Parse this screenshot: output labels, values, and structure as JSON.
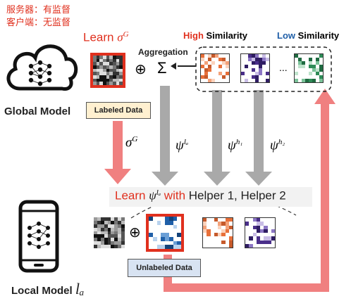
{
  "notes": {
    "server": "服务器：有监督",
    "client": "客户端：无监督"
  },
  "global": {
    "model_label": "Global Model",
    "learn_prefix": "Learn",
    "learn_symbol": "σ",
    "learn_sup": "G",
    "labeled_data": "Labeled Data",
    "aggregation": "Aggregation",
    "plus": "⊕",
    "sum": "Σ"
  },
  "similarity": {
    "high_word": "High",
    "high_rest": " Similarity",
    "low_word": "Low",
    "low_rest": " Similarity",
    "dots": "..."
  },
  "arrows": {
    "sigma": "σ",
    "sigma_sup": "G",
    "psi_la": "ψ",
    "psi_la_sup": "lₐ",
    "psi_h1": "ψ",
    "psi_h1_sup": "h₁",
    "psi_h2": "ψ",
    "psi_h2_sup": "h₂"
  },
  "local": {
    "learn_prefix": "Learn",
    "learn_psi": "ψ",
    "learn_sup": "lₐ",
    "with_word": "with",
    "helpers": "Helper 1, Helper 2",
    "plus": "⊕",
    "unlabeled_data": "Unlabeled Data",
    "model_label": "Local Model",
    "model_symbol": "lₐ"
  },
  "colors": {
    "accent_red": "#e0301e",
    "low_blue": "#1f5fa8",
    "gray_arrow": "#a9a9a9",
    "pink_arrow": "#f08080",
    "note_bg": "#fff0d0"
  }
}
